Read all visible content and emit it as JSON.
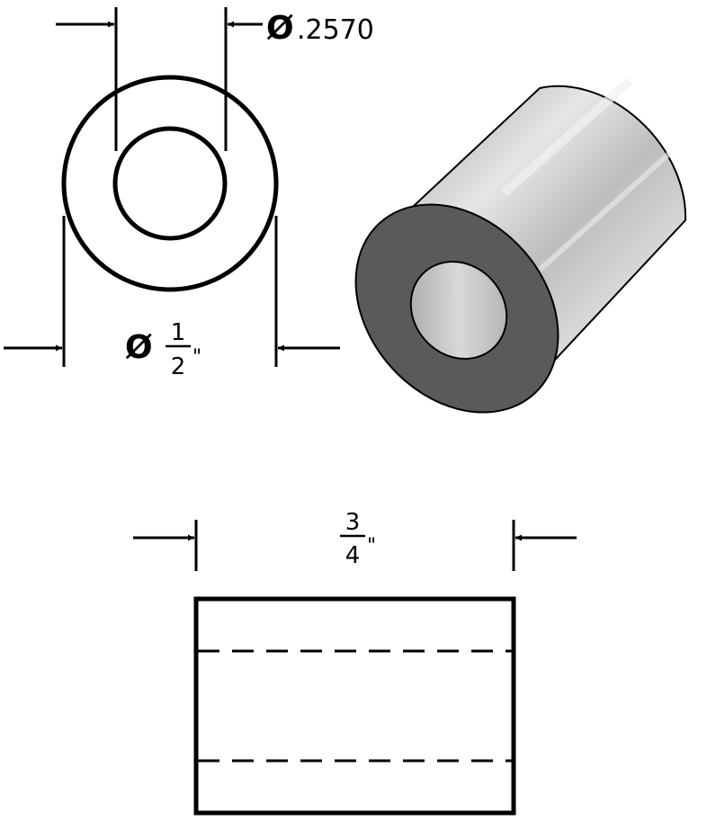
{
  "dimensions": {
    "inner_diameter": {
      "symbol": "Ø",
      "value": ".2570"
    },
    "outer_diameter": {
      "symbol": "Ø",
      "numerator": "1",
      "denominator": "2",
      "unit": "\""
    },
    "length": {
      "numerator": "3",
      "denominator": "4",
      "unit": "\""
    }
  },
  "colors": {
    "line": "#000000",
    "end_face": "#5a5a5a",
    "body_light": "#d4d4d4",
    "body_dark": "#8e8e8e",
    "bore": "#b8b8b8"
  }
}
